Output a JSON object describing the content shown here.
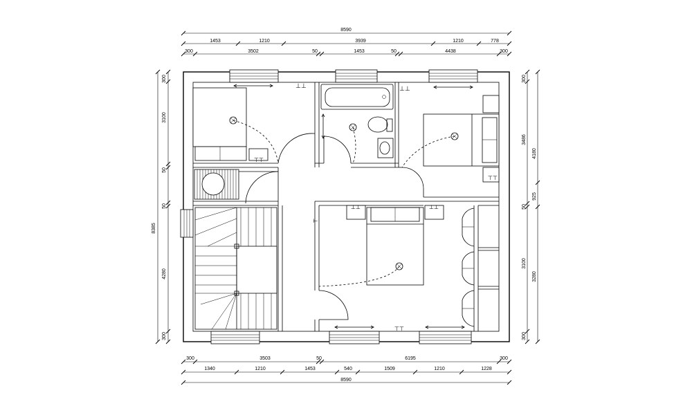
{
  "dimensions": {
    "top_total": "8590",
    "top_row2": [
      "1453",
      "1210",
      "3939",
      "1210",
      "778"
    ],
    "top_row3": [
      "300",
      "3502",
      "50",
      "1453",
      "50",
      "4438",
      "300"
    ],
    "bottom_row1": [
      "300",
      "3503",
      "50",
      "6195",
      "300"
    ],
    "bottom_row2": [
      "1340",
      "1210",
      "1453",
      "540",
      "1509",
      "1210",
      "1228"
    ],
    "bottom_total": "8590",
    "left_col1": [
      "300",
      "3100",
      "50",
      "50",
      "4280",
      "300"
    ],
    "left_total": "8385",
    "right_col1": [
      "300",
      "3486",
      "50",
      "3100",
      "300"
    ],
    "right_col2": [
      "4180",
      "925",
      "3280"
    ]
  }
}
